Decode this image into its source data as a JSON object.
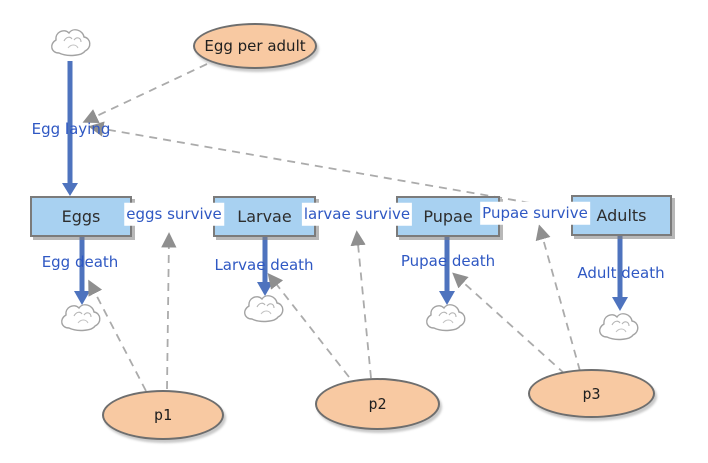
{
  "diagram": {
    "title": "insect life-cycle stock and flow diagram",
    "stocks": [
      {
        "id": "eggs",
        "label": "Eggs"
      },
      {
        "id": "larvae",
        "label": "Larvae"
      },
      {
        "id": "pupae",
        "label": "Pupae"
      },
      {
        "id": "adults",
        "label": "Adults"
      }
    ],
    "flows": {
      "egg_laying": "Egg laying",
      "eggs_survive": "eggs survive",
      "larvae_survive": "larvae survive",
      "pupae_survive": "Pupae survive",
      "egg_death": "Egg death",
      "larvae_death": "Larvae death",
      "pupae_death": "Pupae death",
      "adult_death": "Adult death"
    },
    "parameters": [
      {
        "id": "egg_per_adult",
        "label": "Egg per adult"
      },
      {
        "id": "p1",
        "label": "p1"
      },
      {
        "id": "p2",
        "label": "p2"
      },
      {
        "id": "p3",
        "label": "p3"
      }
    ],
    "connectors": [
      "Egg per adult -> Egg laying",
      "Adults -> Egg laying",
      "p1 -> Egg death",
      "p1 -> eggs survive",
      "p2 -> Larvae death",
      "p2 -> larvae survive",
      "p3 -> Pupae death",
      "p3 -> Pupae survive"
    ],
    "colors": {
      "stock_fill": "#a8d1f1",
      "stock_border": "#7b7b7b",
      "flow_pipe_blue": "#4e73be",
      "flow_label_blue": "#2f58c3",
      "parameter_fill": "#f8c9a2",
      "parameter_border": "#6e6e6e",
      "connector_gray": "#ababab",
      "cloud_gray": "#a3a3a3"
    }
  }
}
